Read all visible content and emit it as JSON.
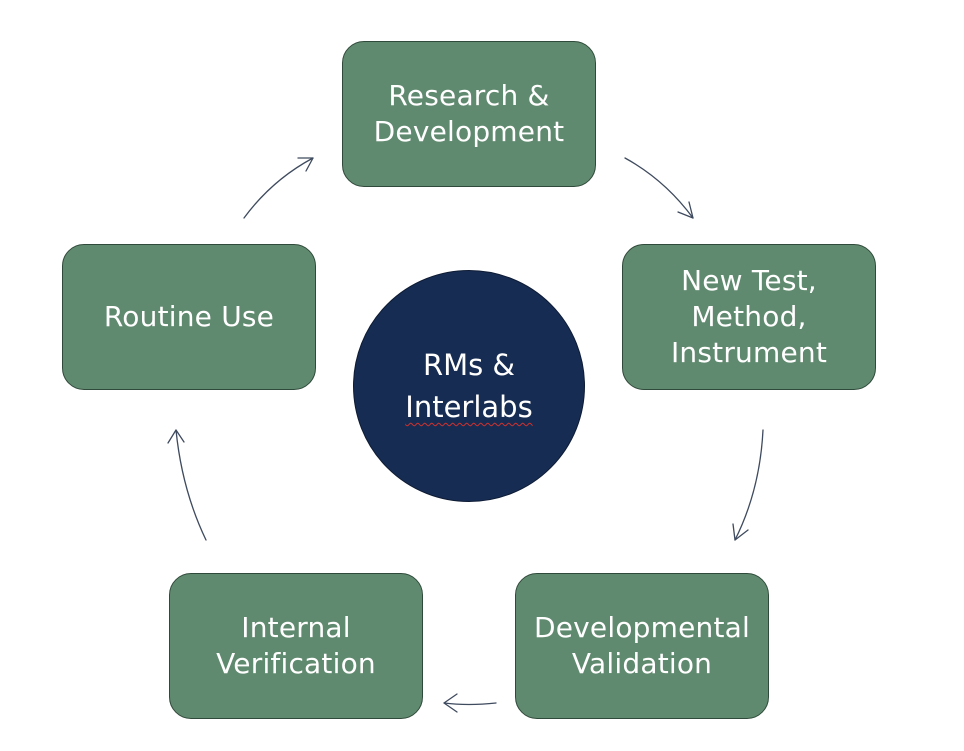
{
  "cycle": {
    "research_development": {
      "line1": "Research &",
      "line2": "Development"
    },
    "new_test": {
      "line1": "New Test,",
      "line2": "Method,",
      "line3": "Instrument"
    },
    "developmental_validation": {
      "line1": "Developmental",
      "line2": "Validation"
    },
    "internal_verification": {
      "line1": "Internal",
      "line2": "Verification"
    },
    "routine_use": {
      "line1": "Routine Use"
    }
  },
  "center": {
    "line1": "RMs &",
    "line2": "Interlabs"
  },
  "colors": {
    "box_fill": "#608a6f",
    "center_fill": "#172c52",
    "arrow": "#3e4a5e",
    "text": "#ffffff"
  },
  "icons": [
    "curved-arrow-icon"
  ]
}
